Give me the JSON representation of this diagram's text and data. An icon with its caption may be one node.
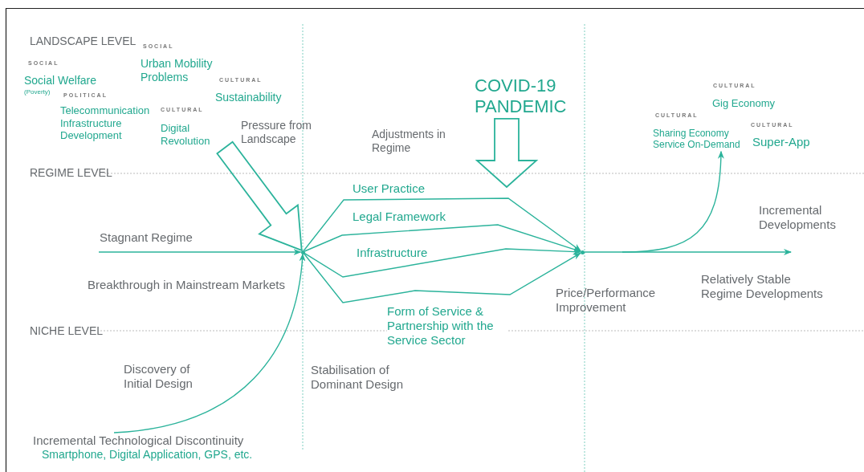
{
  "diagram": {
    "nodes": [
      {
        "text": [
          "COVID-19 PANDEMIC"
        ]
      },
      {
        "text": [
          "Sharing Economy Service On-Demand"
        ]
      },
      {
        "text": [],
        "shape": "point"
      },
      {
        "text": [],
        "shape": "point"
      },
      {
        "text": [
          "Incremental Technological Discontinuity",
          "Smartphone, Digital Application, GPS, etc."
        ]
      }
    ],
    "edges": [
      {
        "from": null,
        "to": 2,
        "arrow": "to",
        "label": "Stagnant Regime"
      },
      {
        "from": 4,
        "to": 2,
        "arrow": "to"
      },
      {
        "from": 2,
        "to": 3,
        "arrow": "to",
        "label": "User Practice"
      },
      {
        "from": 2,
        "to": 3,
        "arrow": "to",
        "label": "Legal Framework"
      },
      {
        "from": 2,
        "to": 3,
        "arrow": "to",
        "label": "Infrastructure"
      },
      {
        "from": 2,
        "to": 3,
        "arrow": "to",
        "label": "Form of Service & Partnership with the Service Sector"
      },
      {
        "from": 3,
        "to": null,
        "arrow": "to"
      },
      {
        "from": null,
        "to": 1,
        "arrow": "to"
      },
      {
        "from": null,
        "to": 2,
        "arrow": "to"
      },
      {
        "from": 0,
        "to": null,
        "arrow": "to"
      }
    ],
    "labels": [
      "LANDSCAPE LEVEL",
      "SOCIAL",
      "SOCIAL",
      "Urban Mobility Problems",
      "Social Welfare",
      "(Poverty)",
      "CULTURAL",
      "POLITICAL",
      "Sustainability",
      "CULTURAL",
      "Telecommunication Infrastructure Development",
      "Digital Revolution",
      "Pressure from Landscape",
      "CULTURAL",
      "Gig Economy",
      "CULTURAL",
      "CULTURAL",
      "Adjustments in Regime",
      "Super-App",
      "REGIME LEVEL",
      "Incremental Developments",
      "Breakthrough in Mainstream Markets",
      "Price/Performance Improvement",
      "Relatively Stable Regime Developments",
      "NICHE LEVEL",
      "Discovery of Initial Design",
      "Stabilisation of Dominant Design"
    ]
  }
}
